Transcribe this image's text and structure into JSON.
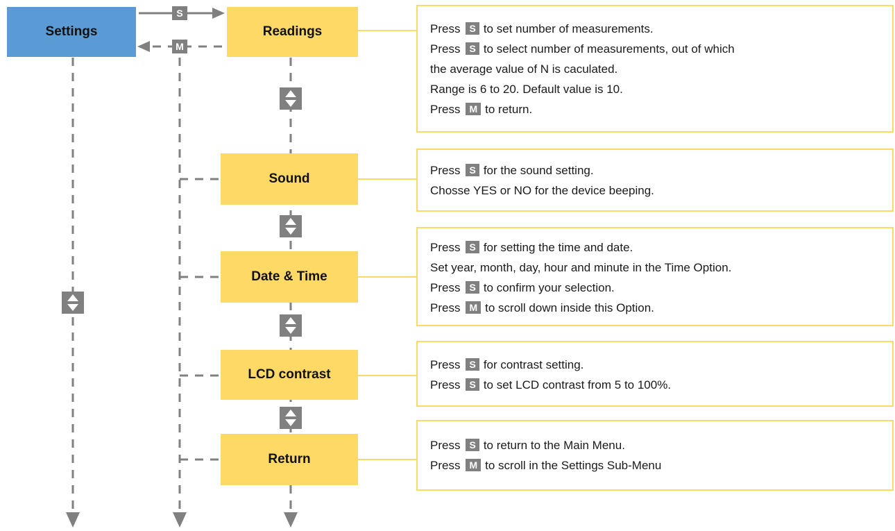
{
  "nodes": {
    "settings": "Settings",
    "readings": "Readings",
    "sound": "Sound",
    "date_time": "Date & Time",
    "lcd_contrast": "LCD contrast",
    "return": "Return"
  },
  "keys": {
    "s": "S",
    "m": "M"
  },
  "descriptions": {
    "readings": [
      {
        "pre": "Press",
        "key": "S",
        "post": "to set number of measurements."
      },
      {
        "pre": "Press",
        "key": "S",
        "post": "to select number of measurements, out of which"
      },
      {
        "text": "the average value of N is caculated."
      },
      {
        "text": "Range is 6 to 20. Default value is 10."
      },
      {
        "pre": "Press",
        "key": "M",
        "post": "to return."
      }
    ],
    "sound": [
      {
        "pre": "Press",
        "key": "S",
        "post": "for the sound setting."
      },
      {
        "text": "Chosse YES or NO for the device beeping."
      }
    ],
    "date_time": [
      {
        "pre": "Press",
        "key": "S",
        "post": "for setting the time and date."
      },
      {
        "text": "Set year, month, day, hour and minute in the Time Option."
      },
      {
        "pre": "Press",
        "key": "S",
        "post": "to confirm your selection."
      },
      {
        "pre": "Press",
        "key": "M",
        "post": "to scroll down inside this Option."
      }
    ],
    "lcd_contrast": [
      {
        "pre": "Press",
        "key": "S",
        "post": "for contrast setting."
      },
      {
        "pre": "Press",
        "key": "S",
        "post": "to set LCD contrast from 5 to 100%."
      }
    ],
    "return": [
      {
        "pre": "Press",
        "key": "S",
        "post": "to return to the Main Menu."
      },
      {
        "pre": "Press",
        "key": "M",
        "post": "to scroll in the Settings Sub-Menu"
      }
    ]
  },
  "colors": {
    "settings_fill": "#5b9bd5",
    "menu_fill": "#ffd966",
    "box_border": "#ffd966",
    "connector": "#808080",
    "key_fill": "#808080"
  }
}
